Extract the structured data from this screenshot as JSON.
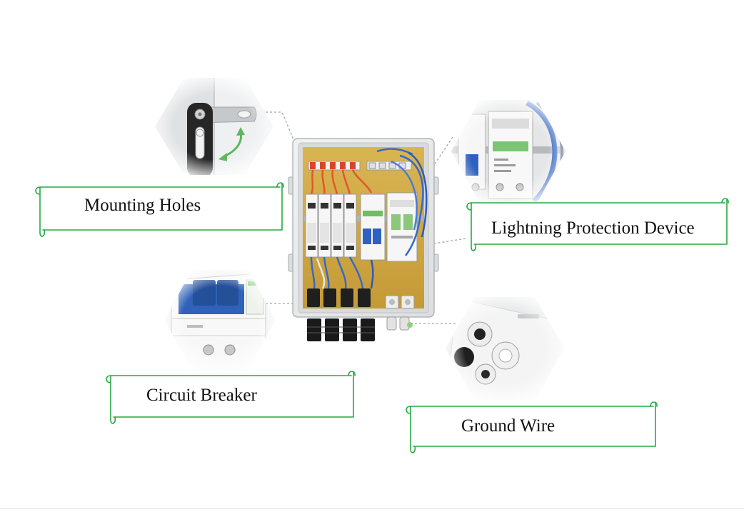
{
  "labels": {
    "mounting_holes": "Mounting Holes",
    "lightning_protection_device": "Lightning Protection Device",
    "circuit_breaker": "Circuit Breaker",
    "ground_wire": "Ground Wire"
  },
  "colors": {
    "background": "#ffffff",
    "callout_outline": "#27a844",
    "leader_line": "#a3a3a3",
    "arrow": "#5cb85c",
    "breaker_blue": "#2f62b8",
    "backplate": "#cfa844"
  },
  "icons": {
    "mounting_holes": "mounting-bracket-photo",
    "lightning_protection_device": "surge-protector-photo",
    "circuit_breaker": "breaker-photo",
    "ground_wire": "cable-gland-photo"
  }
}
